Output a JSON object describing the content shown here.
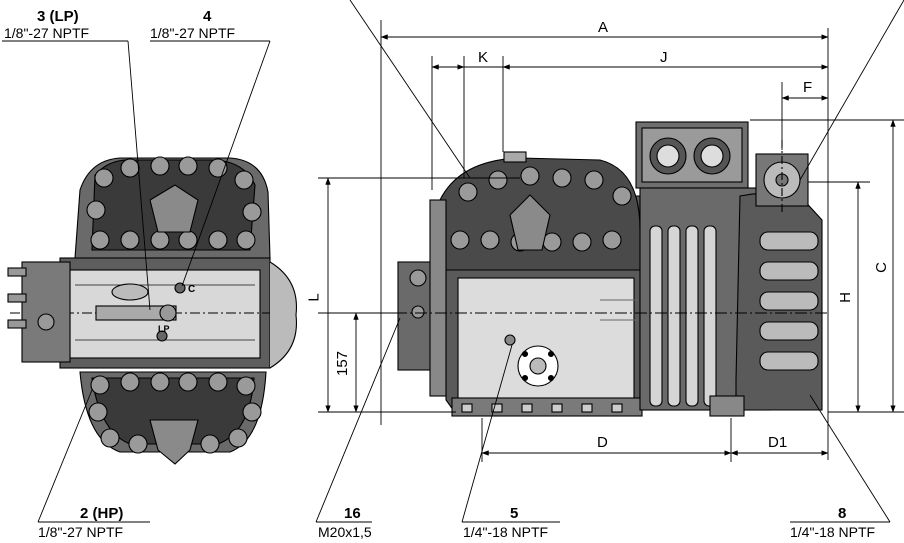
{
  "connections": {
    "c3": {
      "number": "3 (LP)",
      "spec": "1/8\"-27 NPTF"
    },
    "c4": {
      "number": "4",
      "spec": "1/8\"-27 NPTF"
    },
    "c2": {
      "number": "2 (HP)",
      "spec": "1/8\"-27 NPTF"
    },
    "c16": {
      "number": "16",
      "spec": "M20x1,5"
    },
    "c5": {
      "number": "5",
      "spec": "1/4\"-18 NPTF"
    },
    "c8": {
      "number": "8",
      "spec": "1/4\"-18 NPTF"
    }
  },
  "dimensions": {
    "A": "A",
    "J": "J",
    "K": "K",
    "F": "F",
    "C": "C",
    "H": "H",
    "L": "L",
    "D": "D",
    "D1": "D1",
    "h157": "157"
  },
  "port_marks": {
    "lp": "LP",
    "c": "C"
  }
}
